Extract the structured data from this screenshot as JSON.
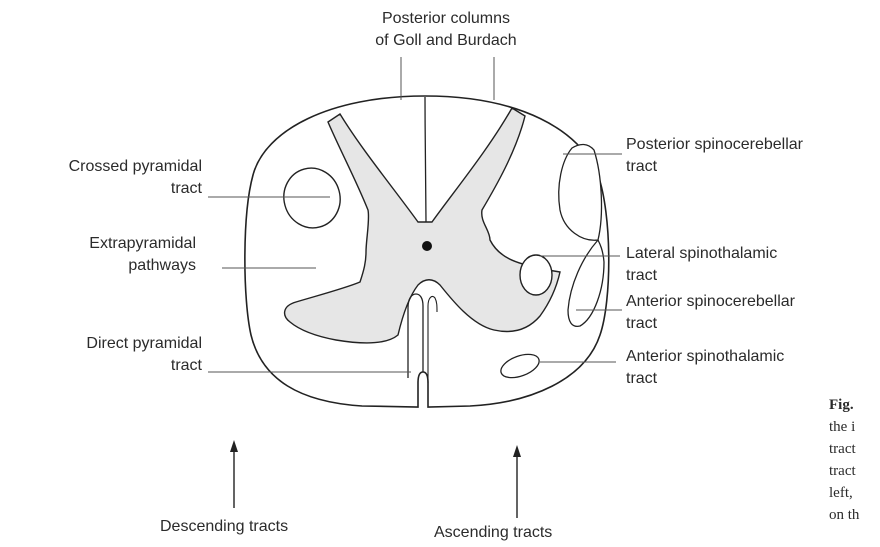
{
  "labels": {
    "posterior_columns_line1": "Posterior columns",
    "posterior_columns_line2": "of Goll and Burdach",
    "crossed_pyramidal_line1": "Crossed pyramidal",
    "crossed_pyramidal_line2": "tract",
    "extrapyramidal_line1": "Extrapyramidal",
    "extrapyramidal_line2": "pathways",
    "direct_pyramidal_line1": "Direct pyramidal",
    "direct_pyramidal_line2": "tract",
    "posterior_spinocerebellar_line1": "Posterior spinocerebellar",
    "posterior_spinocerebellar_line2": "tract",
    "lateral_spinothalamic_line1": "Lateral spinothalamic",
    "lateral_spinothalamic_line2": "tract",
    "anterior_spinocerebellar_line1": "Anterior spinocerebellar",
    "anterior_spinocerebellar_line2": "tract",
    "anterior_spinothalamic_line1": "Anterior spinothalamic",
    "anterior_spinothalamic_line2": "tract",
    "descending_tracts": "Descending tracts",
    "ascending_tracts": "Ascending tracts"
  },
  "caption": {
    "fig_word": "Fig.",
    "line2": "the i",
    "line3": "tract",
    "line4": "tract",
    "line5": "left,",
    "line6": "on th"
  },
  "colors": {
    "outline": "#222222",
    "grey_matter": "#e6e6e6",
    "leader_line": "#555555",
    "background": "#ffffff"
  }
}
